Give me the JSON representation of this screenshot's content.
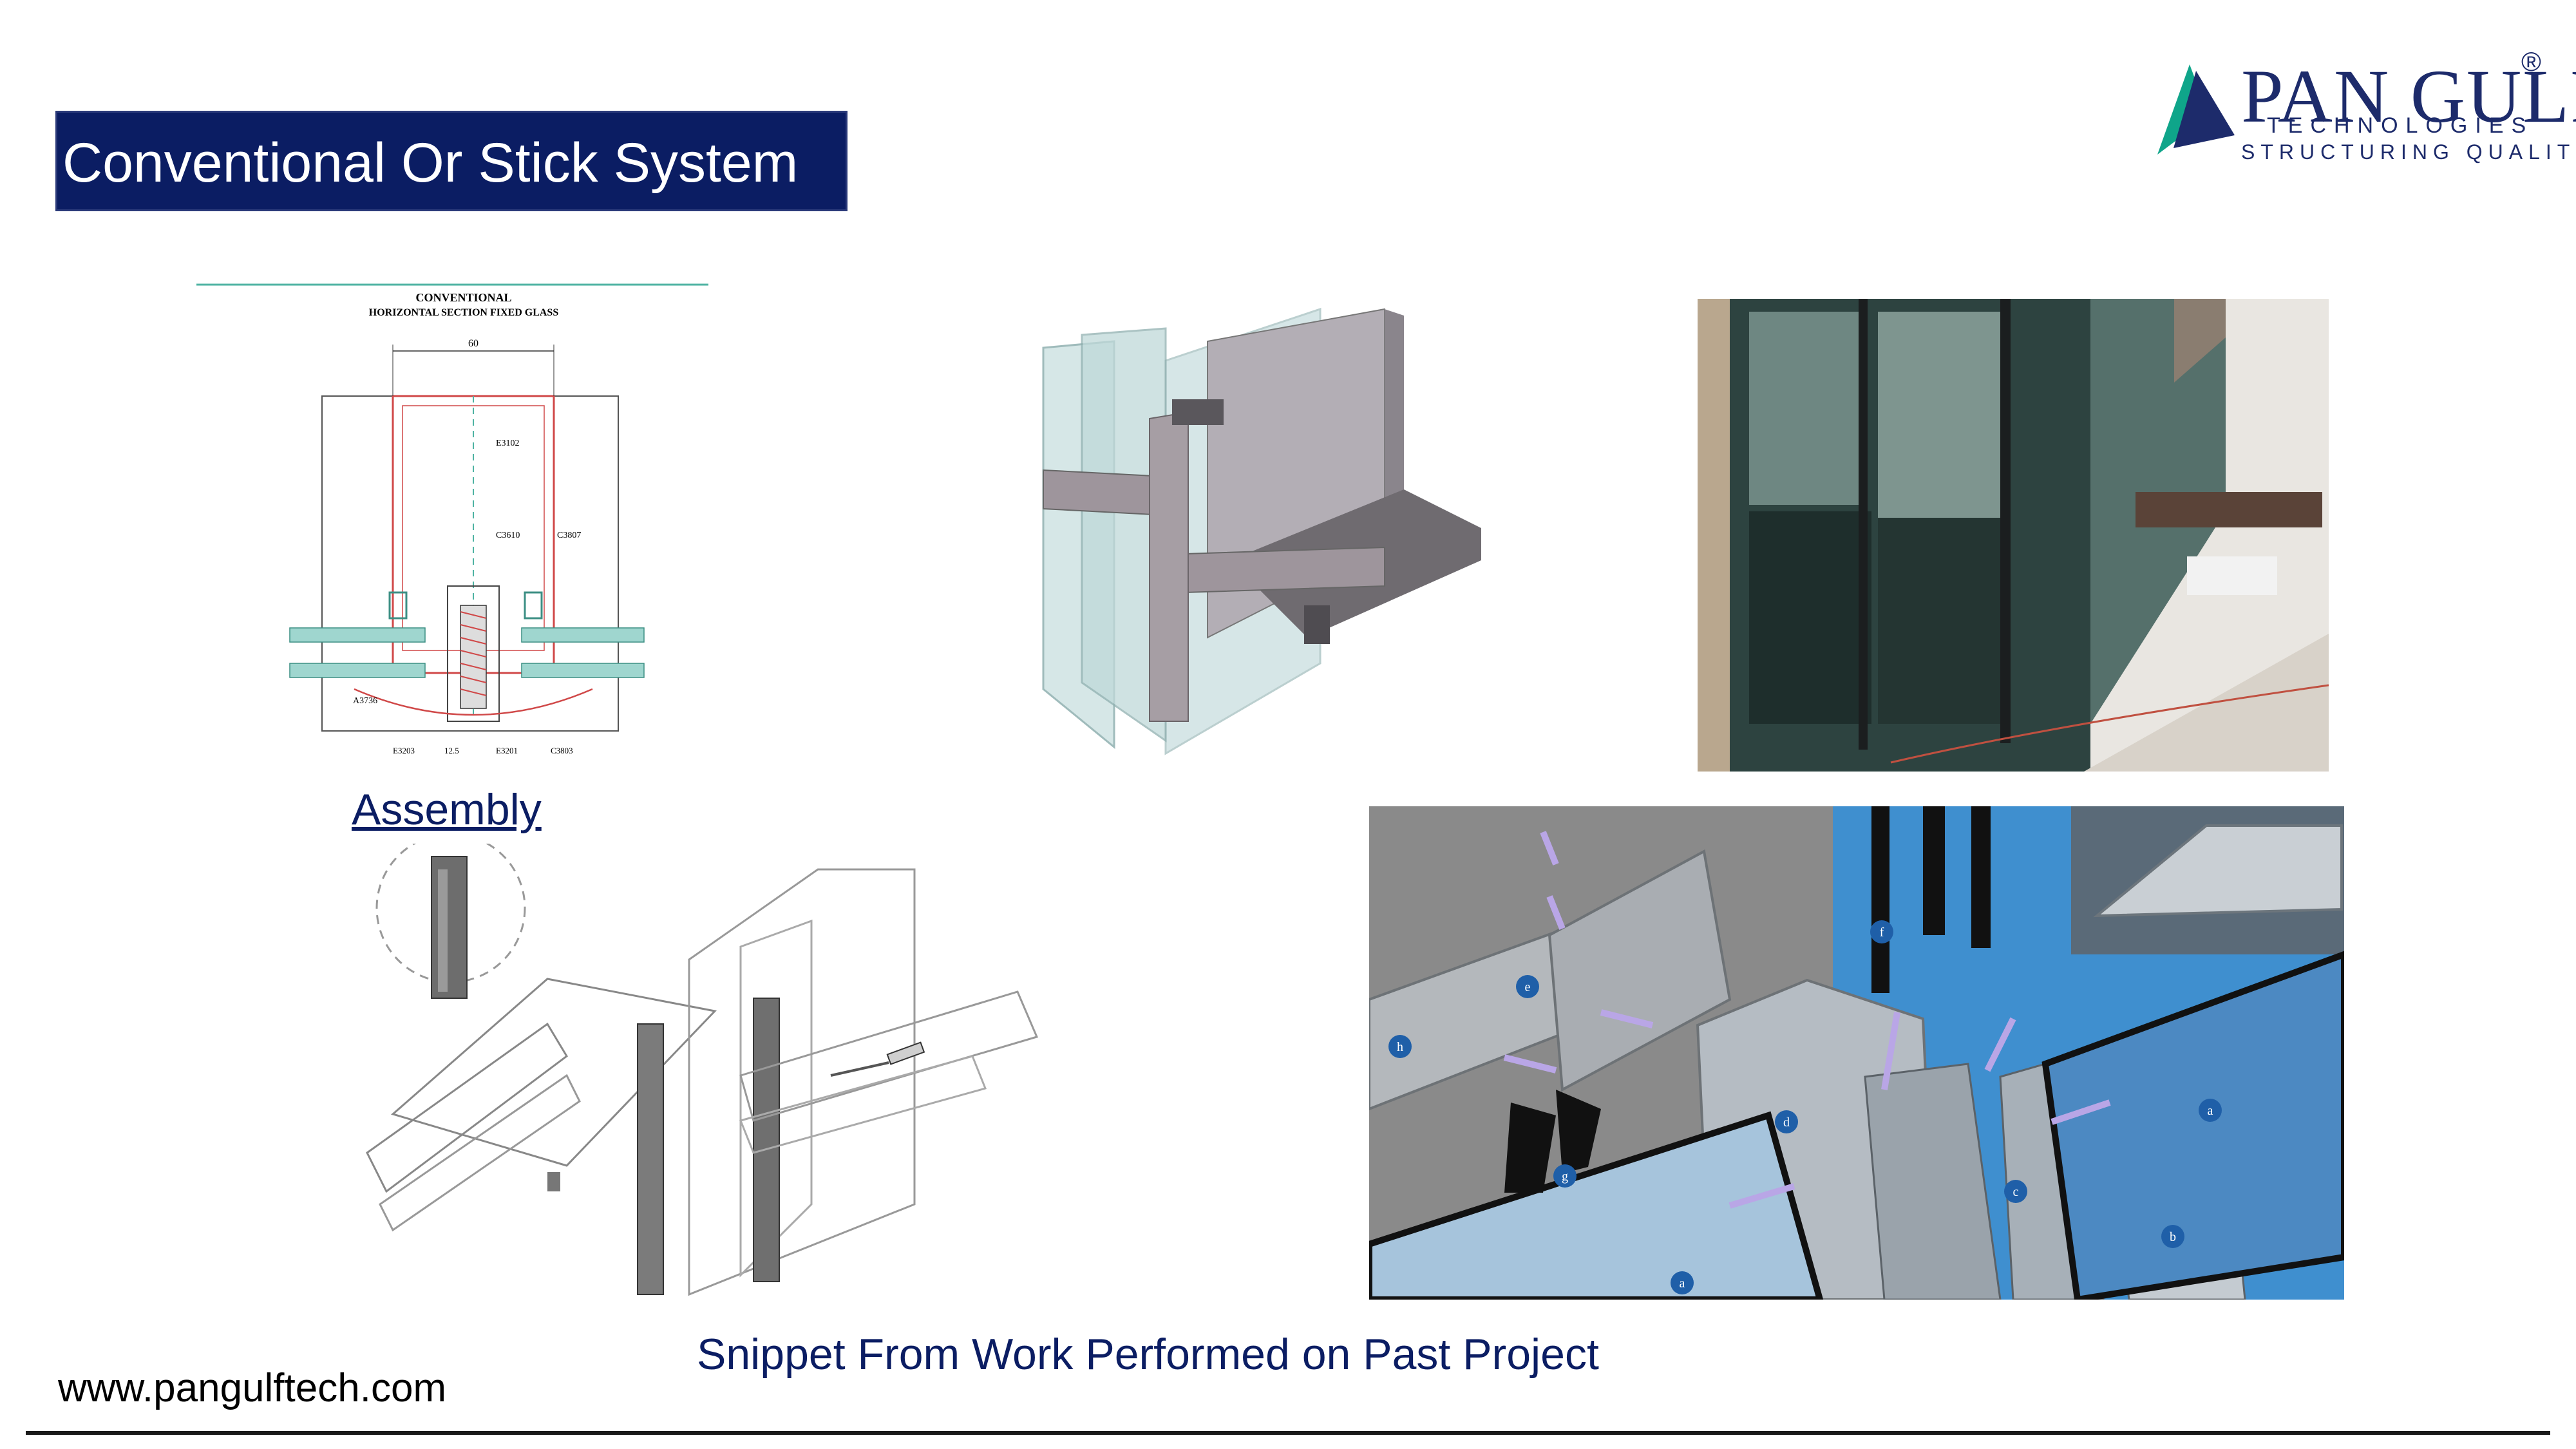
{
  "title": "Conventional Or Stick System",
  "logo": {
    "name": "PAN GULF",
    "registered": "®",
    "sub": "TECHNOLOGIES",
    "tagline": "STRUCTURING QUALITY",
    "colors": {
      "navy": "#1d2b6b",
      "teal": "#0fa58a"
    }
  },
  "section_drawing": {
    "heading_line1": "CONVENTIONAL",
    "heading_line2": "HORIZONTAL SECTION FIXED GLASS",
    "dim_top": "60",
    "part_e3102": "E3102",
    "part_c3610": "C3610",
    "part_c3807": "C3807",
    "part_a3736": "A3736",
    "part_e3203": "E3203",
    "dim_12_5": "12.5",
    "part_e3201": "E3201",
    "part_c3803": "C3803"
  },
  "assembly_label": "Assembly",
  "exploded_labels": [
    "f",
    "e",
    "h",
    "d",
    "g",
    "a",
    "c",
    "b",
    "a"
  ],
  "caption": "Snippet From Work Performed on Past Project",
  "website": "www.pangulftech.com",
  "colors": {
    "title_bg": "#0b1d63",
    "text_navy": "#0b1d63"
  }
}
